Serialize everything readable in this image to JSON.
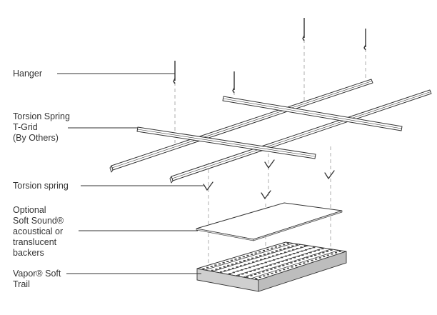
{
  "labels": {
    "hanger": "Hanger",
    "tgrid_line1": "Torsion Spring",
    "tgrid_line2": "T-Grid",
    "tgrid_line3": "(By Others)",
    "torsion_spring": "Torsion spring",
    "backer_line1": "Optional",
    "backer_line2": "Soft Sound® ",
    "backer_line3": "acoustical or",
    "backer_line4": "translucent",
    "backer_line5": "backers",
    "panel_line1": "Vapor® Soft",
    "panel_line2": "Trail"
  },
  "colors": {
    "ink": "#333333",
    "dash": "#9a9a9a",
    "grid_fill": "#ffffff"
  },
  "icons": [
    "hanger-wire-icon",
    "torsion-spring-check-icon"
  ]
}
